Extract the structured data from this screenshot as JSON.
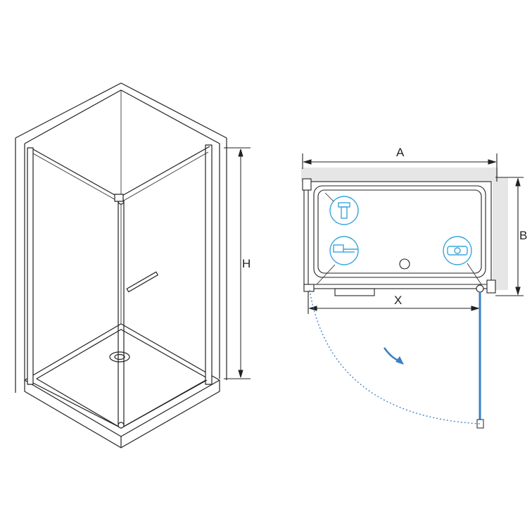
{
  "labels": {
    "height": "H",
    "width_a": "A",
    "depth_b": "B",
    "door_x": "X"
  },
  "icons": [
    "hinge-detail-icon",
    "profile-seal-detail-icon",
    "wall-mount-detail-icon",
    "rotation-arrow-icon"
  ],
  "colors": {
    "line": "#222222",
    "wall_shade": "#e6e6e6",
    "door_blue": "#3a7fc4",
    "detail_blue": "#3aa6dc",
    "swing_path": "#4a86c8"
  }
}
